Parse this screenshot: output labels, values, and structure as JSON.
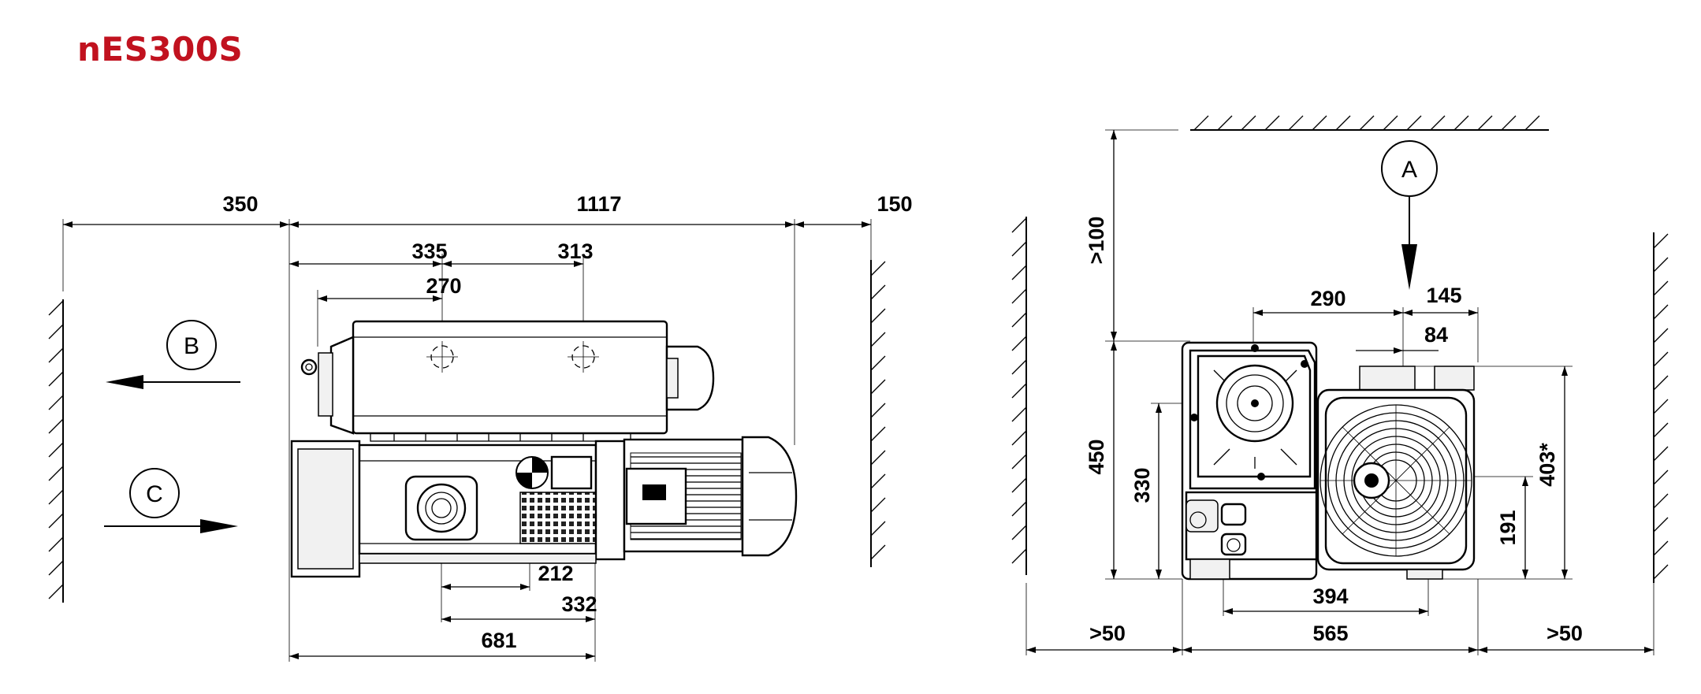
{
  "title": "nES300S",
  "side_view": {
    "dims": {
      "left_clearance": "350",
      "overall_length": "1117",
      "right_clearance": "150",
      "d335": "335",
      "d313": "313",
      "d270": "270",
      "d212": "212",
      "d332": "332",
      "d681": "681"
    },
    "labels": {
      "b": "B",
      "c": "C"
    }
  },
  "end_view": {
    "dims": {
      "top_clearance": ">100",
      "d290": "290",
      "d145": "145",
      "d84": "84",
      "height": "450",
      "d330": "330",
      "d403": "403*",
      "d191": "191",
      "d394": "394",
      "left_clearance": ">50",
      "width": "565",
      "right_clearance": ">50"
    },
    "labels": {
      "a": "A"
    }
  },
  "colors": {
    "title": "#c1121f",
    "lines": "#000000"
  }
}
